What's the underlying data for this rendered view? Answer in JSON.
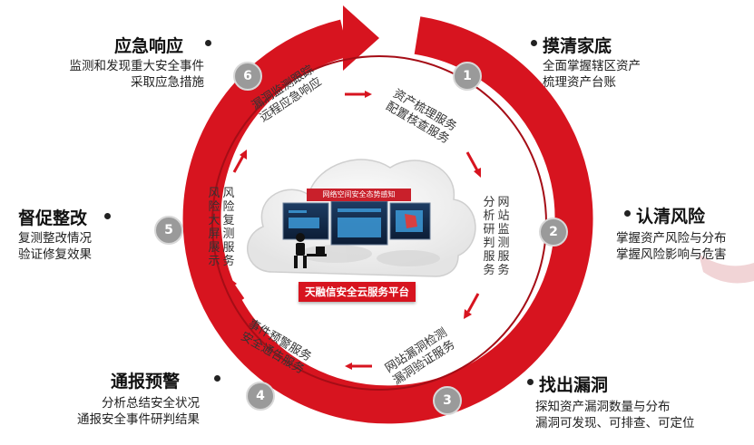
{
  "steps": [
    {
      "num": "1",
      "title": "摸清家底",
      "desc": [
        "全面掌握辖区资产",
        "梳理资产台账"
      ],
      "ring_text": [
        "资产梳理服务",
        "配置核查服务"
      ]
    },
    {
      "num": "2",
      "title": "认清风险",
      "desc": [
        "掌握资产风险与分布",
        "掌握风险影响与危害"
      ],
      "ring_text": [
        "网站监测服务",
        "分析研判服务"
      ]
    },
    {
      "num": "3",
      "title": "找出漏洞",
      "desc": [
        "探知资产漏洞数量与分布",
        "漏洞可发现、可排查、可定位"
      ],
      "ring_text": [
        "网站漏洞检测",
        "漏洞验证服务"
      ]
    },
    {
      "num": "4",
      "title": "通报预警",
      "desc": [
        "分析总结安全状况",
        "通报安全事件研判结果"
      ],
      "ring_text": [
        "事件预警服务",
        "安全通告服务"
      ]
    },
    {
      "num": "5",
      "title": "督促整改",
      "desc": [
        "复测整改情况",
        "验证修复效果"
      ],
      "ring_text": [
        "风险复测服务",
        "风险大屏展示"
      ]
    },
    {
      "num": "6",
      "title": "应急响应",
      "desc": [
        "监测和发现重大安全事件",
        "采取应急措施"
      ],
      "ring_text": [
        "漏洞监测跟踪",
        "远程应急响应"
      ]
    }
  ],
  "center": {
    "screen_title": "网络空间安全态势感知",
    "platform_label": "天融信安全云服务平台"
  },
  "colors": {
    "ring_red": "#d7141f",
    "dark_red": "#a50d16",
    "badge_gray": "#9a9a9a",
    "text_dark": "#222222"
  }
}
